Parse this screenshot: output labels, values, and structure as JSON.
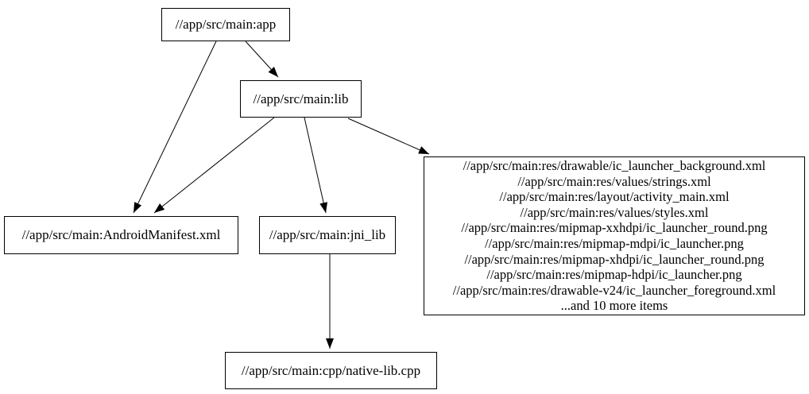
{
  "diagram": {
    "type": "dependency-graph",
    "background_color": "#ffffff",
    "node_border_color": "#000000",
    "node_fill_color": "#ffffff",
    "text_color": "#000000",
    "nodes": {
      "app": {
        "label": "//app/src/main:app"
      },
      "lib": {
        "label": "//app/src/main:lib"
      },
      "android_manifest": {
        "label": "//app/src/main:AndroidManifest.xml"
      },
      "jni_lib": {
        "label": "//app/src/main:jni_lib"
      },
      "res_group": {
        "lines": [
          "//app/src/main:res/drawable/ic_launcher_background.xml",
          "//app/src/main:res/values/strings.xml",
          "//app/src/main:res/layout/activity_main.xml",
          "//app/src/main:res/values/styles.xml",
          "//app/src/main:res/mipmap-xxhdpi/ic_launcher_round.png",
          "//app/src/main:res/mipmap-mdpi/ic_launcher.png",
          "//app/src/main:res/mipmap-xhdpi/ic_launcher_round.png",
          "//app/src/main:res/mipmap-hdpi/ic_launcher.png",
          "//app/src/main:res/drawable-v24/ic_launcher_foreground.xml",
          "...and 10 more items"
        ]
      },
      "native_lib_cpp": {
        "label": "//app/src/main:cpp/native-lib.cpp"
      }
    },
    "edges": [
      {
        "from": "app",
        "to": "lib"
      },
      {
        "from": "app",
        "to": "android_manifest"
      },
      {
        "from": "lib",
        "to": "android_manifest"
      },
      {
        "from": "lib",
        "to": "jni_lib"
      },
      {
        "from": "lib",
        "to": "res_group"
      },
      {
        "from": "jni_lib",
        "to": "native_lib_cpp"
      }
    ]
  }
}
